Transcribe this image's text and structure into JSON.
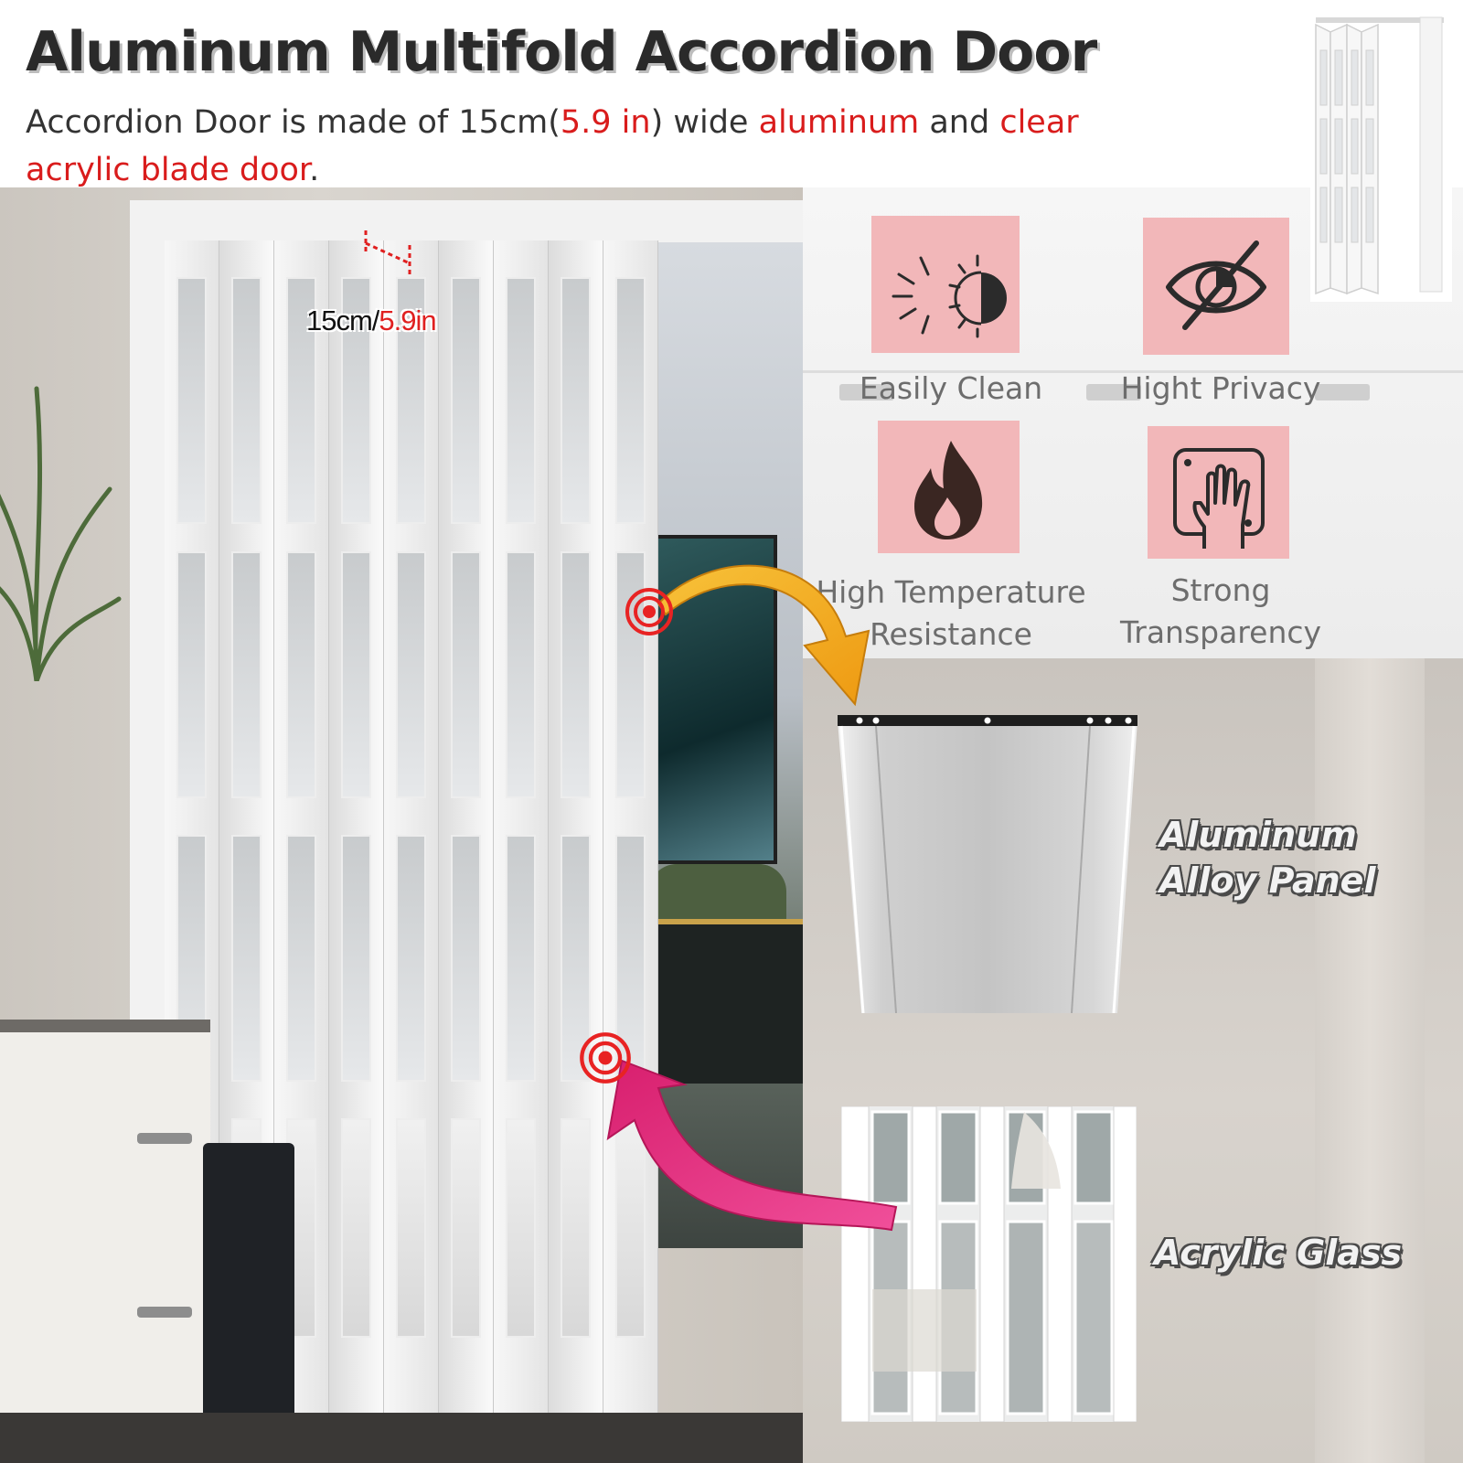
{
  "header": {
    "title": "Aluminum Multifold Accordion Door",
    "description": {
      "part1": "Accordion Door is made of 15cm(",
      "width_in": "5.9 in",
      "part2": ") wide ",
      "material1": "aluminum",
      "part3": " and ",
      "material2": "clear acrylic blade door",
      "part4": "."
    }
  },
  "measurement": {
    "cm": "15cm/",
    "inch": "5.9in"
  },
  "features": [
    {
      "label": "Easily Clean",
      "icon": "sun-contrast-icon"
    },
    {
      "label": "Hight Privacy",
      "icon": "eye-off-icon"
    },
    {
      "label_line1": "High Temperature",
      "label_line2": "Resistance",
      "icon": "flame-icon"
    },
    {
      "label_line1": "Strong",
      "label_line2": "Transparency",
      "icon": "hand-on-glass-icon"
    }
  ],
  "callouts": {
    "aluminum_line1": "Aluminum",
    "aluminum_line2": "Alloy Panel",
    "acrylic": "Acrylic Glass"
  },
  "colors": {
    "accent_red": "#d91c1c",
    "icon_tile": "#f2b7b9",
    "arrow_orange": "#f3a61c",
    "arrow_pink": "#e0287a",
    "marker_red": "#e82323"
  }
}
